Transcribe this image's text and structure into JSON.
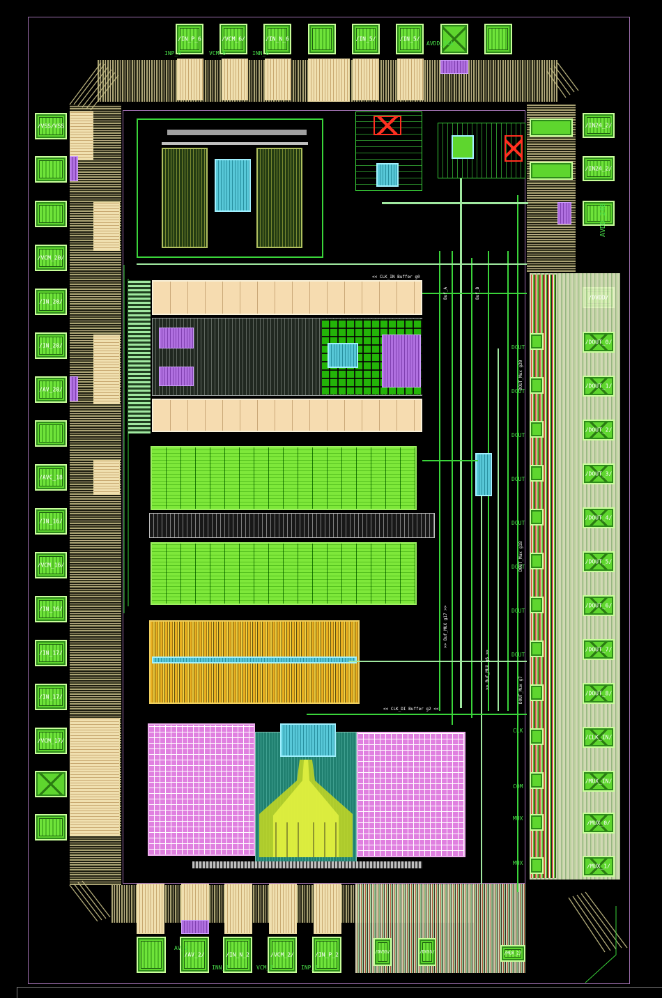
{
  "top_pads": [
    {
      "label": "/IN_P_6"
    },
    {
      "label": "/VCM_6/"
    },
    {
      "label": "/IN_N_6"
    },
    {
      "label": ""
    },
    {
      "label": "/IN_5/"
    },
    {
      "label": "/IN_5/"
    },
    {
      "label": ""
    },
    {
      "label": ""
    }
  ],
  "top_pad_sublabels": [
    "INP_6",
    "VCM_6",
    "INN_6",
    "AVDD_24A"
  ],
  "left_pads": [
    {
      "label": "/VSS/VSS"
    },
    {
      "label": ""
    },
    {
      "label": ""
    },
    {
      "label": "/VCM_20/"
    },
    {
      "label": "/IN_20/"
    },
    {
      "label": "/IN_20/"
    },
    {
      "label": "/AV_20/"
    },
    {
      "label": ""
    },
    {
      "label": "/AVC_18"
    },
    {
      "label": "/IN_16/"
    },
    {
      "label": "/VCM_16/"
    },
    {
      "label": "/IN_16/"
    },
    {
      "label": "/IN_17/"
    },
    {
      "label": "/IN_17/"
    },
    {
      "label": "/VCM_17/"
    },
    {
      "label": ""
    },
    {
      "label": ""
    }
  ],
  "right_pads": [
    {
      "label": "/IN24_2/"
    },
    {
      "label": "/IN24_2/"
    },
    {
      "label": ""
    },
    {
      "label": "/DVDD/"
    },
    {
      "label": "/DOUT_0/"
    },
    {
      "label": "/DOUT_1/"
    },
    {
      "label": "/DOUT_2/"
    },
    {
      "label": "/DOUT_3/"
    },
    {
      "label": "/DOUT_4/"
    },
    {
      "label": "/DOUT_5/"
    },
    {
      "label": "/DOUT_6/"
    },
    {
      "label": "/DOUT_7/"
    },
    {
      "label": "/DOUT_8/"
    },
    {
      "label": "/CLK_IN/"
    },
    {
      "label": "/MUX_IN/"
    },
    {
      "label": "/MUX_0/"
    },
    {
      "label": "/MUX_1/"
    }
  ],
  "right_side_labels": [
    "DOUT",
    "DOUT",
    "DOUT",
    "DOUT",
    "DOUT",
    "DOUT",
    "DOUT",
    "DOUT",
    "CLK",
    "COM",
    "MUX",
    "MUX"
  ],
  "right_vertical_label": "AVDD_24B",
  "bottom_pads": [
    {
      "label": "/AV_2/"
    },
    {
      "label": "/IN_N_2"
    },
    {
      "label": "/VCM_2/"
    },
    {
      "label": "/IN_P_2"
    }
  ],
  "bottom_pad_sublabels": [
    "AV_2",
    "INN_2",
    "VCM_2",
    "INP_2"
  ],
  "bottom_right_pads": [
    {
      "label": "/DVSS/"
    },
    {
      "label": "/DVSS/"
    },
    {
      "label": "/MUX_2/"
    }
  ],
  "annotations": {
    "clk_in_buffer": "<< CLK_IN Buffer g0",
    "clk_div_buffer": "<< CLK_DI Buffer g2 <<",
    "buf_a": "Buf_A",
    "buf_b": "Buf_B",
    "dout_mux_a": "DOUT_Mux g20",
    "dout_mux_b": "DOUT_Mux g18",
    "dout_mux_c": "DOUT_Mux g7",
    "bufmux": ">> Buf_MUX g17 >>",
    "bufmux2": ">> Buf_MUX g6 >>"
  }
}
